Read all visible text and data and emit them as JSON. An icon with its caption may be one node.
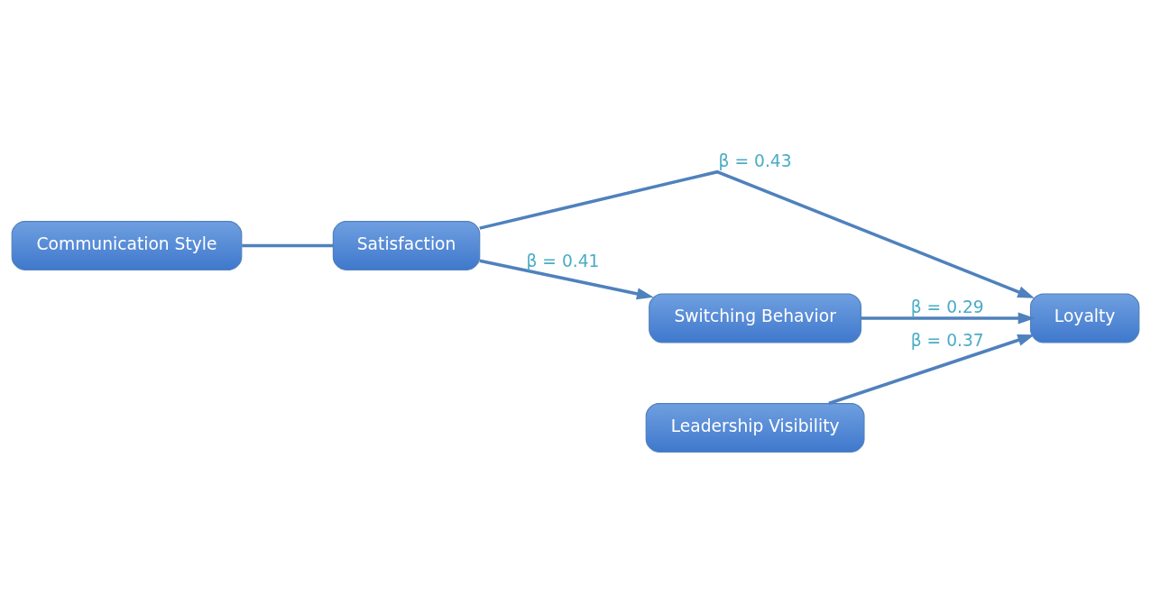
{
  "diagram": {
    "nodes": [
      {
        "text": [
          "Communication Style"
        ]
      },
      {
        "text": [
          "Satisfaction"
        ]
      },
      {
        "text": [
          "Loyalty"
        ]
      },
      {
        "text": [
          "Switching Behavior"
        ]
      },
      {
        "text": [
          "Leadership Visibility"
        ]
      }
    ],
    "edges": [
      {
        "from": 0,
        "to": 1,
        "arrow": "none"
      },
      {
        "from": 1,
        "to": 2,
        "arrow": "to",
        "label": "β = 0.43"
      },
      {
        "from": 1,
        "to": 3,
        "arrow": "to",
        "label": "β = 0.41"
      },
      {
        "from": 4,
        "to": 2,
        "arrow": "to",
        "label": "β = 0.37"
      },
      {
        "from": 3,
        "to": 2,
        "arrow": "to",
        "label": "β = 0.29"
      }
    ]
  }
}
